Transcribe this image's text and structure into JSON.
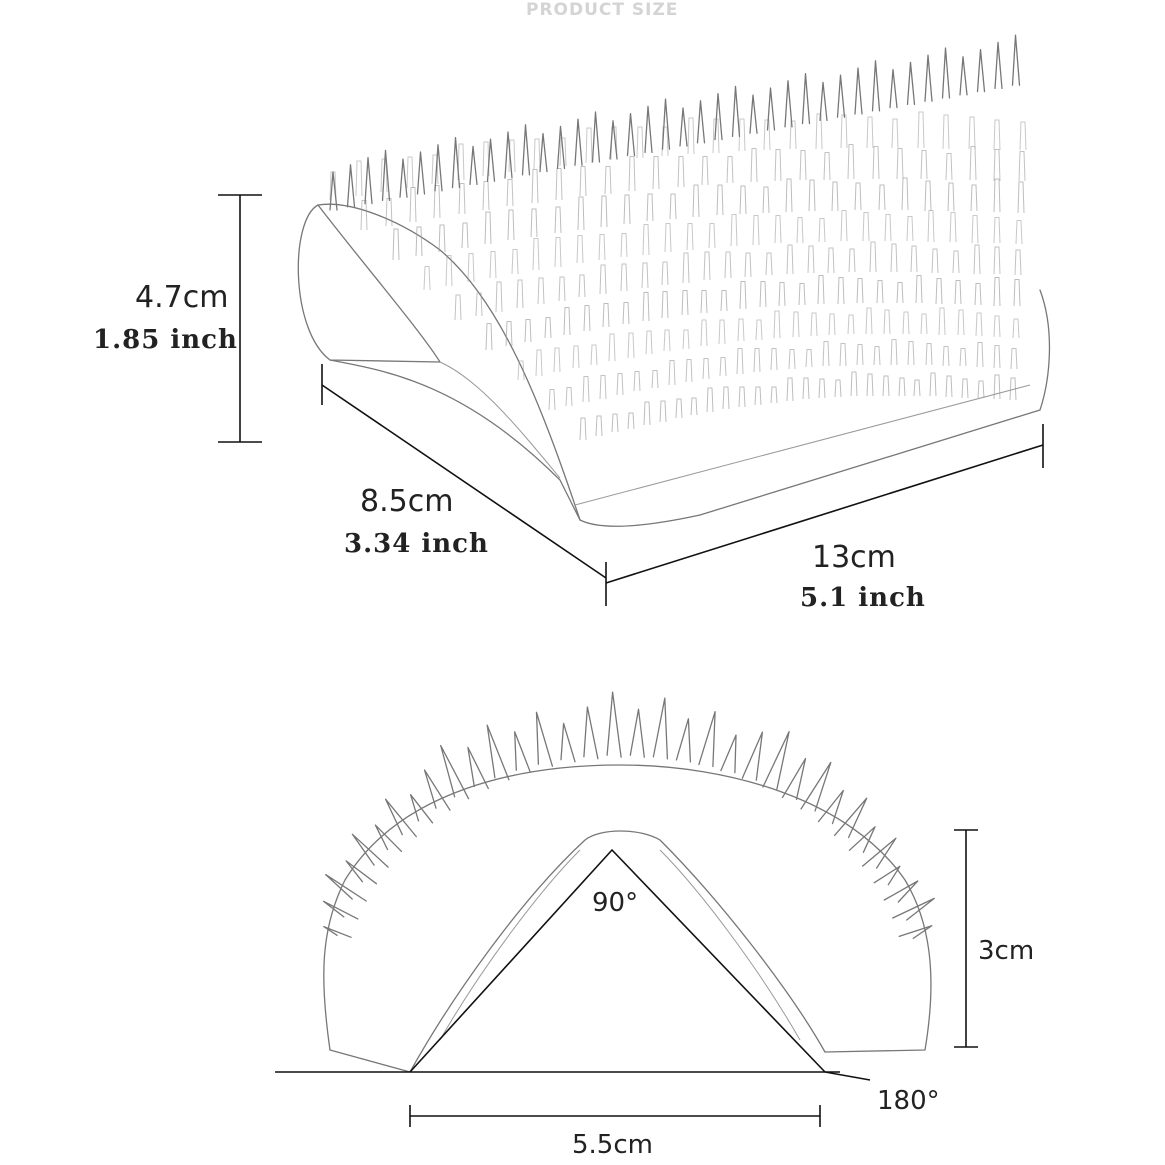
{
  "header": {
    "title": "PRODUCT SIZE"
  },
  "top_view": {
    "height": {
      "cm": "4.7cm",
      "inch": "1.85 inch"
    },
    "depth": {
      "cm": "8.5cm",
      "inch": "3.34 inch"
    },
    "width": {
      "cm": "13cm",
      "inch": "5.1 inch"
    }
  },
  "side_view": {
    "inner_angle": "90°",
    "height": "3cm",
    "base_angle": "180°",
    "base_width": "5.5cm"
  }
}
